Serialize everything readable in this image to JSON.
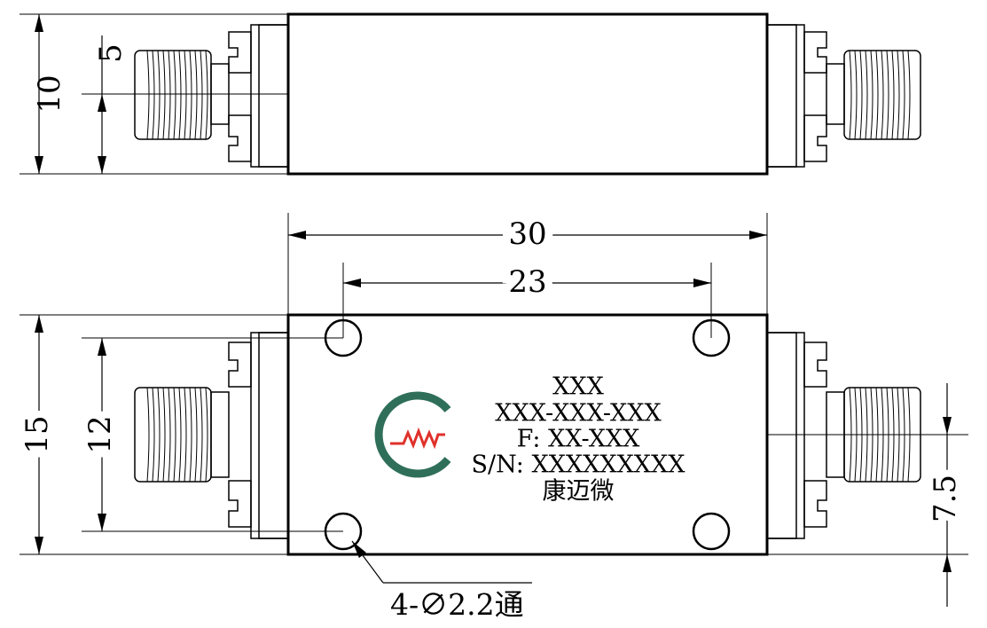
{
  "dimensions": {
    "top_height": "10",
    "top_half": "5",
    "overall_length": "30",
    "hole_spacing_x": "23",
    "bottom_height": "15",
    "hole_spacing_y": "12",
    "connector_offset": "7.5"
  },
  "label": {
    "line1": "XXX",
    "line2": "XXX-XXX-XXX",
    "line3": "F: XX-XXX",
    "line4": "S/N: XXXXXXXXX",
    "line5": "康迈微"
  },
  "hole_note": "4-∅2.2通",
  "logo": {
    "ring_color": "#2f6f5a",
    "wave_color": "#e0302a",
    "icon": "cmw-logo-icon"
  },
  "colors": {
    "line": "#000000",
    "background": "#ffffff"
  }
}
